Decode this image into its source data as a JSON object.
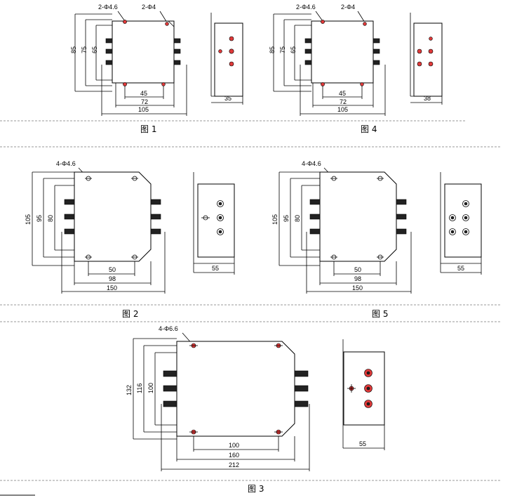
{
  "figures": [
    {
      "id": "fig1",
      "caption": "图 1",
      "hole_note": "2-Φ4.6",
      "hole_note2": "2-Φ4",
      "dims_v": [
        "85",
        "75",
        "65"
      ],
      "dims_h": [
        "45",
        "72",
        "105"
      ],
      "side_width": "35"
    },
    {
      "id": "fig4",
      "caption": "图 4",
      "hole_note": "2-Φ4.6",
      "hole_note2": "2-Φ4",
      "dims_v": [
        "85",
        "75",
        "65"
      ],
      "dims_h": [
        "45",
        "72",
        "105"
      ],
      "side_width": "38"
    },
    {
      "id": "fig2",
      "caption": "图 2",
      "hole_note": "4-Φ4.6",
      "dims_v": [
        "105",
        "95",
        "80"
      ],
      "dims_h": [
        "50",
        "98",
        "150"
      ],
      "side_width": "55"
    },
    {
      "id": "fig5",
      "caption": "图 5",
      "hole_note": "4-Φ4.6",
      "dims_v": [
        "105",
        "95",
        "80"
      ],
      "dims_h": [
        "50",
        "98",
        "150"
      ],
      "side_width": "55"
    },
    {
      "id": "fig3",
      "caption": "图 3",
      "hole_note": "4-Φ6.6",
      "dims_v": [
        "132",
        "116",
        "100"
      ],
      "dims_h": [
        "100",
        "160",
        "212"
      ],
      "side_width": "55"
    }
  ],
  "colors": {
    "hole": "#e03a3a",
    "line": "#000000",
    "separator": "#9a9a9a"
  }
}
